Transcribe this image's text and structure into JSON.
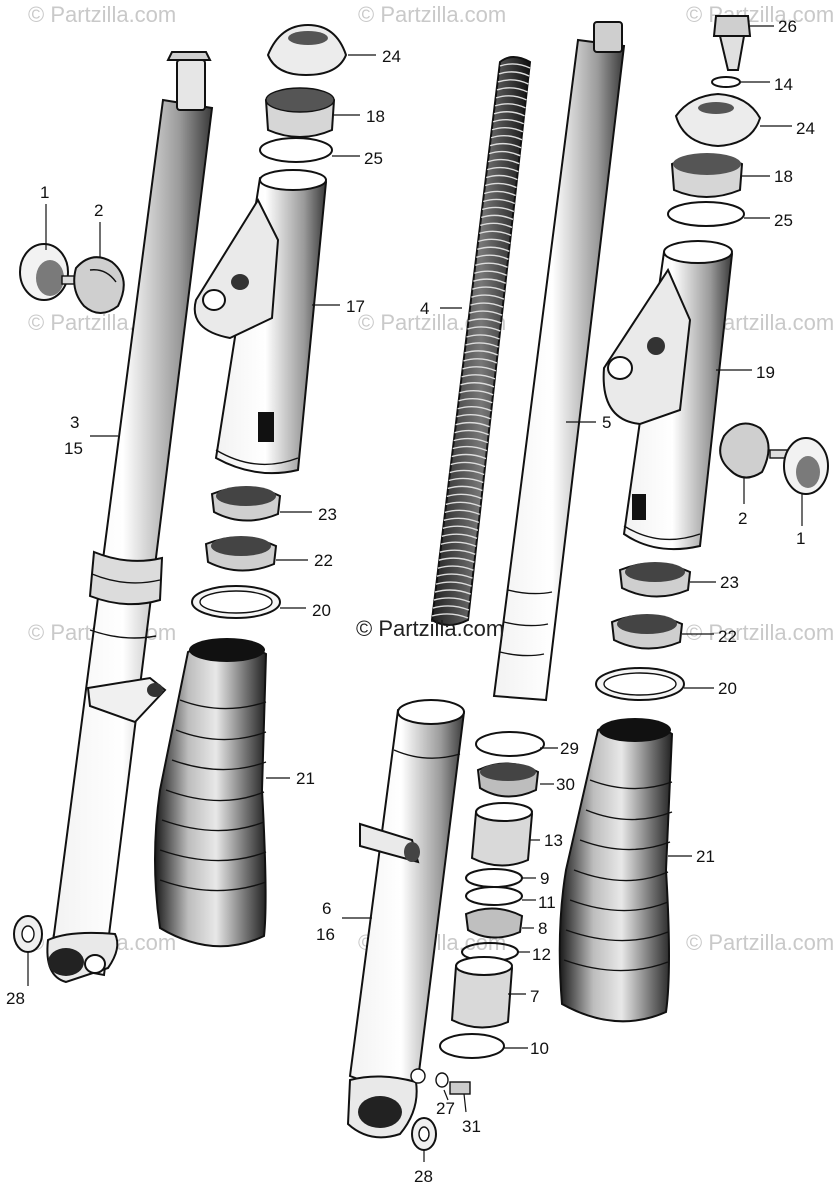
{
  "watermark": {
    "main_text": "© Partzilla.com",
    "repeat_text": "© Partzilla.com"
  },
  "callouts": {
    "p1_left": "1",
    "p2_left": "2",
    "p3": "3",
    "p15": "15",
    "p24_left": "24",
    "p18_left": "18",
    "p25_left": "25",
    "p17": "17",
    "p23_left": "23",
    "p22_left": "22",
    "p20_left": "20",
    "p21_left": "21",
    "p28_left": "28",
    "p4": "4",
    "p5": "5",
    "p6": "6",
    "p16": "16",
    "p29": "29",
    "p30": "30",
    "p13": "13",
    "p9": "9",
    "p11": "11",
    "p8": "8",
    "p12": "12",
    "p7": "7",
    "p10": "10",
    "p27": "27",
    "p31": "31",
    "p28_right": "28",
    "p26": "26",
    "p14": "14",
    "p24_right": "24",
    "p18_right": "18",
    "p25_right": "25",
    "p19": "19",
    "p2_right": "2",
    "p1_right": "1",
    "p23_right": "23",
    "p22_right": "22",
    "p20_right": "20",
    "p21_right": "21"
  }
}
